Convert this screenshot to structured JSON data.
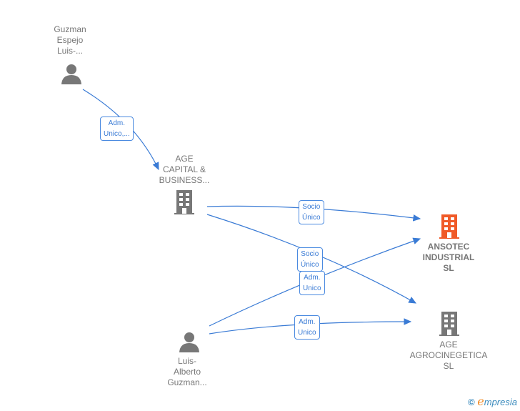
{
  "nodes": {
    "guzman_espejo": {
      "lines": [
        "Guzman",
        "Espejo",
        "Luis-..."
      ],
      "type": "person"
    },
    "age_capital": {
      "lines": [
        "AGE",
        "CAPITAL &",
        "BUSINESS..."
      ],
      "type": "company"
    },
    "ansotec": {
      "lines": [
        "ANSOTEC",
        "INDUSTRIAL",
        "SL"
      ],
      "type": "company-focus"
    },
    "age_agro": {
      "lines": [
        "AGE",
        "AGROCINEGETICA",
        "SL"
      ],
      "type": "company"
    },
    "luis_alberto": {
      "lines": [
        "Luis-",
        "Alberto",
        "Guzman..."
      ],
      "type": "person"
    }
  },
  "edges": [
    {
      "lines": [
        "Adm.",
        "Unico,..."
      ]
    },
    {
      "lines": [
        "Socio",
        "Único"
      ]
    },
    {
      "lines": [
        "Socio",
        "Único"
      ]
    },
    {
      "lines": [
        "Adm.",
        "Unico"
      ]
    },
    {
      "lines": [
        "Adm.",
        "Unico"
      ]
    }
  ],
  "colors": {
    "edge": "#3a7bd5",
    "focus": "#f05a28",
    "node": "#777777"
  },
  "brand": {
    "copyright": "©",
    "e": "e",
    "rest": "mpresia"
  }
}
